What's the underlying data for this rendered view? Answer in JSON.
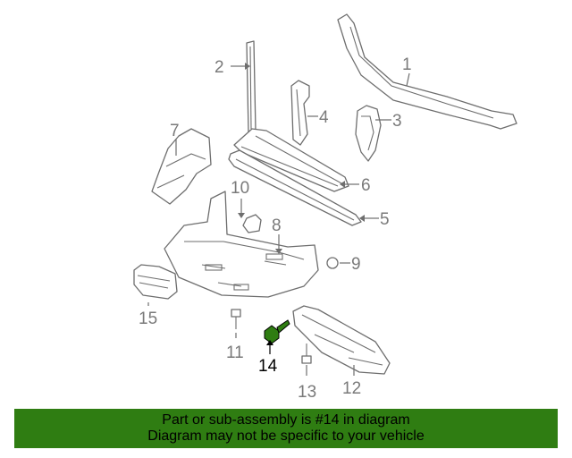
{
  "callouts": {
    "c1": "1",
    "c2": "2",
    "c3": "3",
    "c4": "4",
    "c5": "5",
    "c6": "6",
    "c7": "7",
    "c8": "8",
    "c9": "9",
    "c10": "10",
    "c11": "11",
    "c12": "12",
    "c13": "13",
    "c14": "14",
    "c15": "15"
  },
  "highlight": {
    "part_number": "14",
    "color": "#2f7d12"
  },
  "banner": {
    "line1": "Part or sub-assembly is #14 in diagram",
    "line2": "Diagram may not be specific to your vehicle"
  }
}
